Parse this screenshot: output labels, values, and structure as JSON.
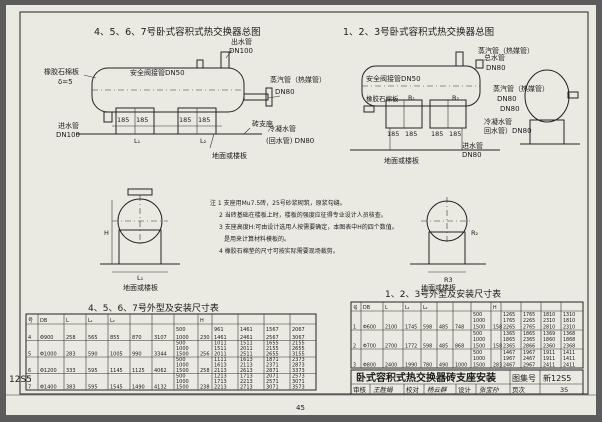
{
  "page": {
    "left_drawing_title": "4、5、6、7号卧式容积式热交换器总图",
    "right_drawing_title": "1、2、3号卧式容积式热交换器总图",
    "page_number_bottom": "45",
    "left_edge_code": "12S5"
  },
  "left_drawing": {
    "labels": {
      "safety_valve": "安全阀接管DN50",
      "outlet_water": "出水管",
      "outlet_dn": "DN100",
      "rubber_plate": "橡胶石棉板",
      "thickness": "δ=5",
      "inlet_water": "进水管",
      "inlet_dn": "DN100",
      "dim_185a": "185",
      "dim_185b": "185",
      "dim_185c": "185",
      "dim_185d": "185",
      "dim_L1": "L₁",
      "dim_L2": "L₂",
      "brick_support": "砖支座",
      "steam_pipe": "蒸汽管（热媒管）",
      "steam_dn": "DN80",
      "condensate_pipe": "冷凝水管",
      "return_pipe": "(回水管) DN80",
      "floor": "地面或楼板",
      "dim_H": "H",
      "dim_L1_bottom": "L₁",
      "floor_bottom": "地面或楼板"
    }
  },
  "right_drawing": {
    "labels": {
      "safety_valve": "安全阀接管DN50",
      "outlet_water": "总水管",
      "outlet_dn": "DN80",
      "steam_pipe": "蒸汽管（热媒管）",
      "steam_dn": "DN80",
      "rubber_plate": "橡胶石棉板",
      "R1": "R₁",
      "R2": "R₂",
      "dim_185a": "185",
      "dim_185b": "185",
      "dim_185c": "185",
      "dim_185d": "185",
      "steam_pipe2": "蒸汽管（热媒管）",
      "steam_dn2": "DN80",
      "condensate_pipe": "冷凝水管",
      "return_pipe": "回水管）DN80",
      "inlet_water": "进水管",
      "inlet_dn": "DN80",
      "floor": "地面或楼板",
      "dim_R2": "R₂",
      "dim_R3": "R3",
      "floor_bottom": "地面或楼板"
    }
  },
  "notes": [
    "注  1  支座用Mu7.5砖，25号砂浆砌筑，原浆勾缝。",
    "2  当砖基础在楼板上时，楼板的强度应征得专业设计人员核查。",
    "3  支座高度H:可由设计选用人按需要确定，本图表中H的四个数值。",
    "是用来计算材料模板的。",
    "4  橡胶石棉垫的尺寸可按实际需要现场裁剪。"
  ],
  "left_table": {
    "title": "4、5、6、7号外型及安装尺寸表",
    "headers": [
      "号",
      "DB",
      "L",
      "L₁",
      "L₂",
      "",
      "",
      "",
      "H",
      "",
      "",
      ""
    ],
    "rows": [
      [
        "4",
        "Φ900",
        "258",
        "565",
        "855",
        "870",
        "3107",
        "500\n1000",
        "230",
        "961\n1461",
        "1461\n2461",
        "1567\n2567",
        "2067\n3067"
      ],
      [
        "5",
        "Φ1000",
        "283",
        "590",
        "1005",
        "990",
        "3344",
        "500\n1000\n1500",
        "256",
        "1011\n1511\n2011",
        "1511\n2011\n2511",
        "1655\n2155\n2655",
        "2155\n2655\n3155"
      ],
      [
        "6",
        "Φ1200",
        "333",
        "595",
        "1145",
        "1125",
        "4062",
        "500\n1000\n1500",
        "258",
        "1111\n1613\n2113",
        "1613\n2113\n2613",
        "1871\n2371\n2871",
        "2373\n2873\n3373"
      ],
      [
        "7",
        "Φ1400",
        "383",
        "595",
        "1545",
        "1490",
        "4132",
        "500\n1000\n1500",
        "238",
        "1213\n1713\n2213",
        "1713\n2213\n2713",
        "2071\n2571\n3071",
        "2573\n3071\n3573"
      ]
    ]
  },
  "right_table": {
    "title": "1、2、3号外型及安装尺寸表",
    "headers": [
      "号",
      "DB",
      "L",
      "L₁",
      "L₂",
      "",
      "",
      "",
      "H",
      "",
      "",
      ""
    ],
    "rows": [
      [
        "1",
        "Φ600",
        "2100",
        "1745",
        "598",
        "485",
        "748",
        "500\n1000\n1500",
        "158",
        "1265\n1765\n2265",
        "1765\n2265\n2765",
        "1810\n2310\n2810",
        "1310\n1810\n2310"
      ],
      [
        "2",
        "Φ700",
        "2700",
        "1772",
        "598",
        "485",
        "868",
        "500\n1000\n1500",
        "158",
        "1365\n1865\n2365",
        "1865\n2365\n2866",
        "1369\n1860\n2360",
        "1368\n1868\n2368"
      ],
      [
        "3",
        "Φ800",
        "2400",
        "1990",
        "780",
        "490",
        "1000",
        "500\n1000\n1500",
        "283",
        "1467\n1967\n2467",
        "1967\n2467\n2967",
        "1911\n1911\n2411",
        "1411\n1411\n2411"
      ]
    ]
  },
  "title_block": {
    "title": "卧式容积式热交换器砖支座安装",
    "atlas_label": "图集号",
    "atlas_number": "新12S5",
    "review_label": "审核",
    "review_sign": "王胜娟",
    "check_label": "校对",
    "check_sign": "杨云群",
    "design_label": "设计",
    "design_sign": "张宝孙",
    "page_label": "页次",
    "page_number": "35"
  }
}
